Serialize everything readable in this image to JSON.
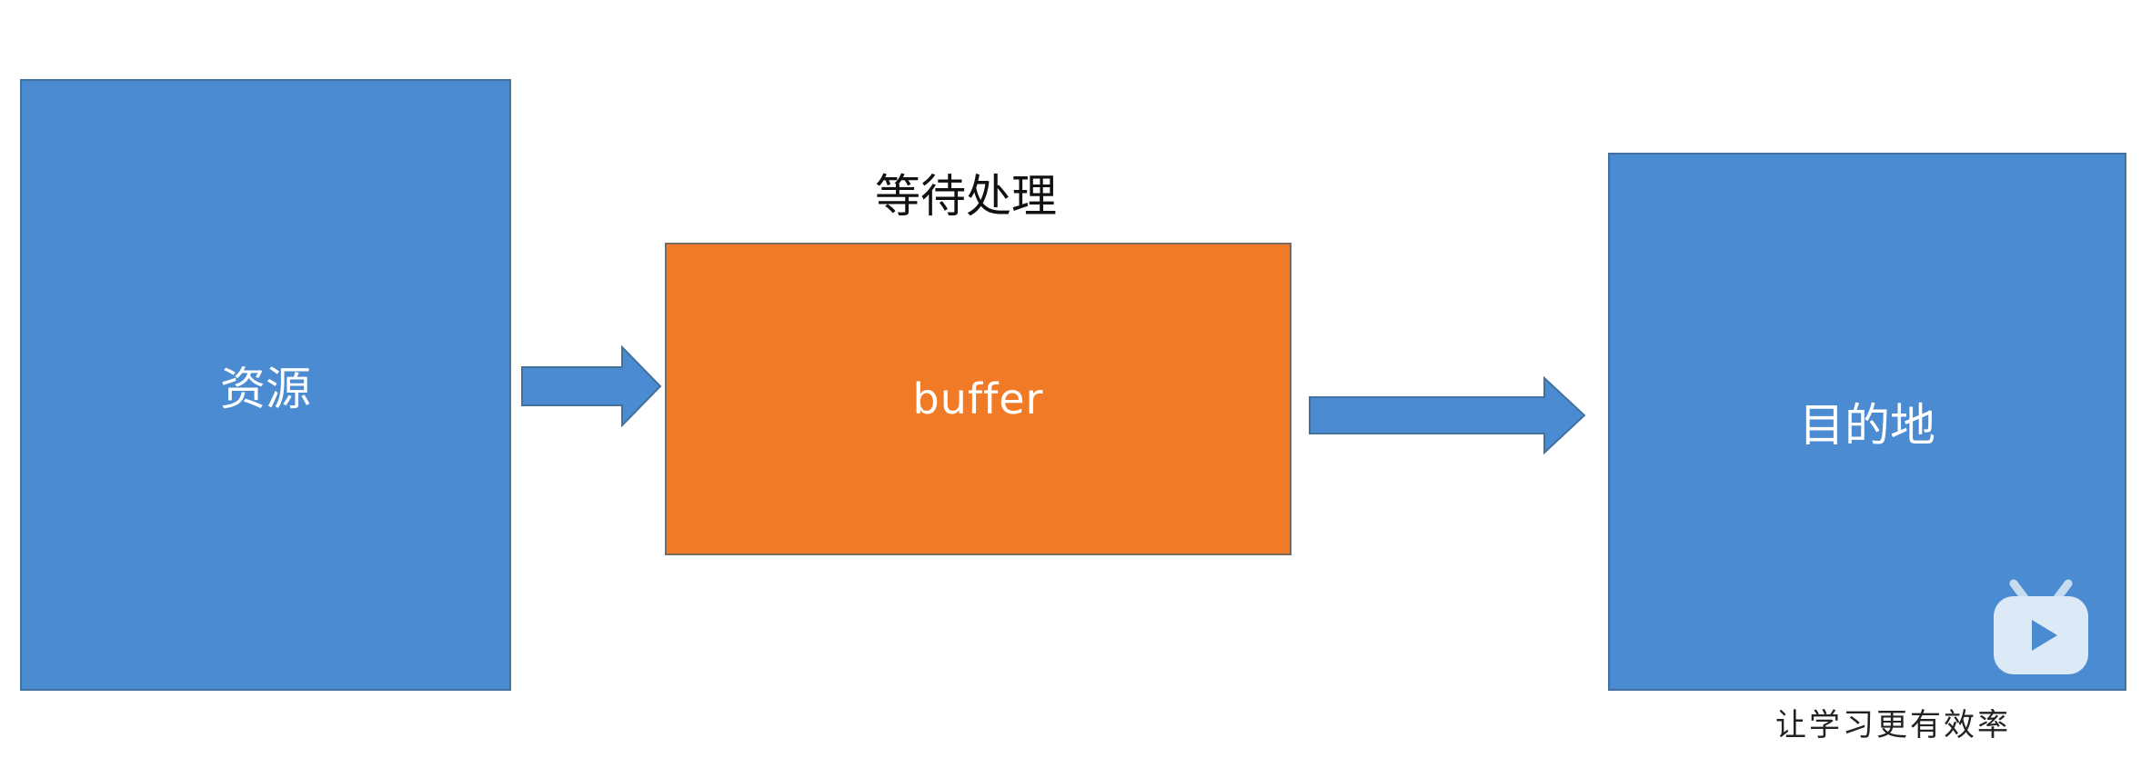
{
  "diagram": {
    "source": {
      "label": "资源"
    },
    "buffer": {
      "title": "等待处理",
      "label": "buffer"
    },
    "destination": {
      "label": "目的地"
    }
  },
  "watermark": {
    "slogan": "让学习更有效率",
    "icon": "bilibili-tv-icon"
  },
  "colors": {
    "box_blue": "#4a8bd2",
    "buffer_orange": "#f07a26",
    "text_white": "#ffffff"
  }
}
